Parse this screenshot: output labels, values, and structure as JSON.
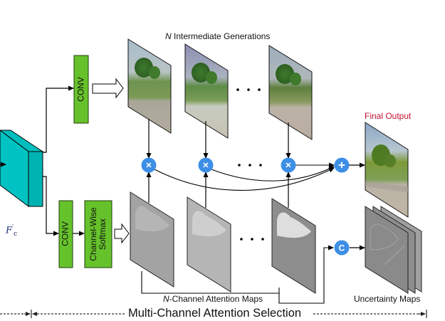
{
  "diagram": {
    "input_feature": {
      "label_symbol": "F",
      "label_sub": "c",
      "label_sup": "′",
      "color": "#00bfbf"
    },
    "upper_branch": {
      "conv_label": "CONV",
      "box_color": "#66c22b"
    },
    "lower_branch": {
      "conv_label": "CONV",
      "softmax_label_line1": "Channel-Wise",
      "softmax_label_line2": "Softmax",
      "box_color": "#66c22b"
    },
    "intermediate_generations": {
      "title_italic": "N",
      "title_rest": " Intermediate Generations",
      "count_shown": 3,
      "ellipsis": "· · ·"
    },
    "attention_maps": {
      "title_italic": "N",
      "title_rest": "-Channel Attention Maps",
      "count_shown": 3,
      "ellipsis": "· · ·"
    },
    "operators": {
      "multiply_symbol": "×",
      "add_symbol": "+",
      "concat_symbol": "C",
      "color": "#3d8fe6"
    },
    "final_output": {
      "title": "Final Output",
      "title_color": "#c4122f"
    },
    "uncertainty_maps": {
      "title": "Uncertainty Maps",
      "stack_count": 3
    },
    "section": {
      "title": "Multi-Channel Attention Selection"
    }
  }
}
